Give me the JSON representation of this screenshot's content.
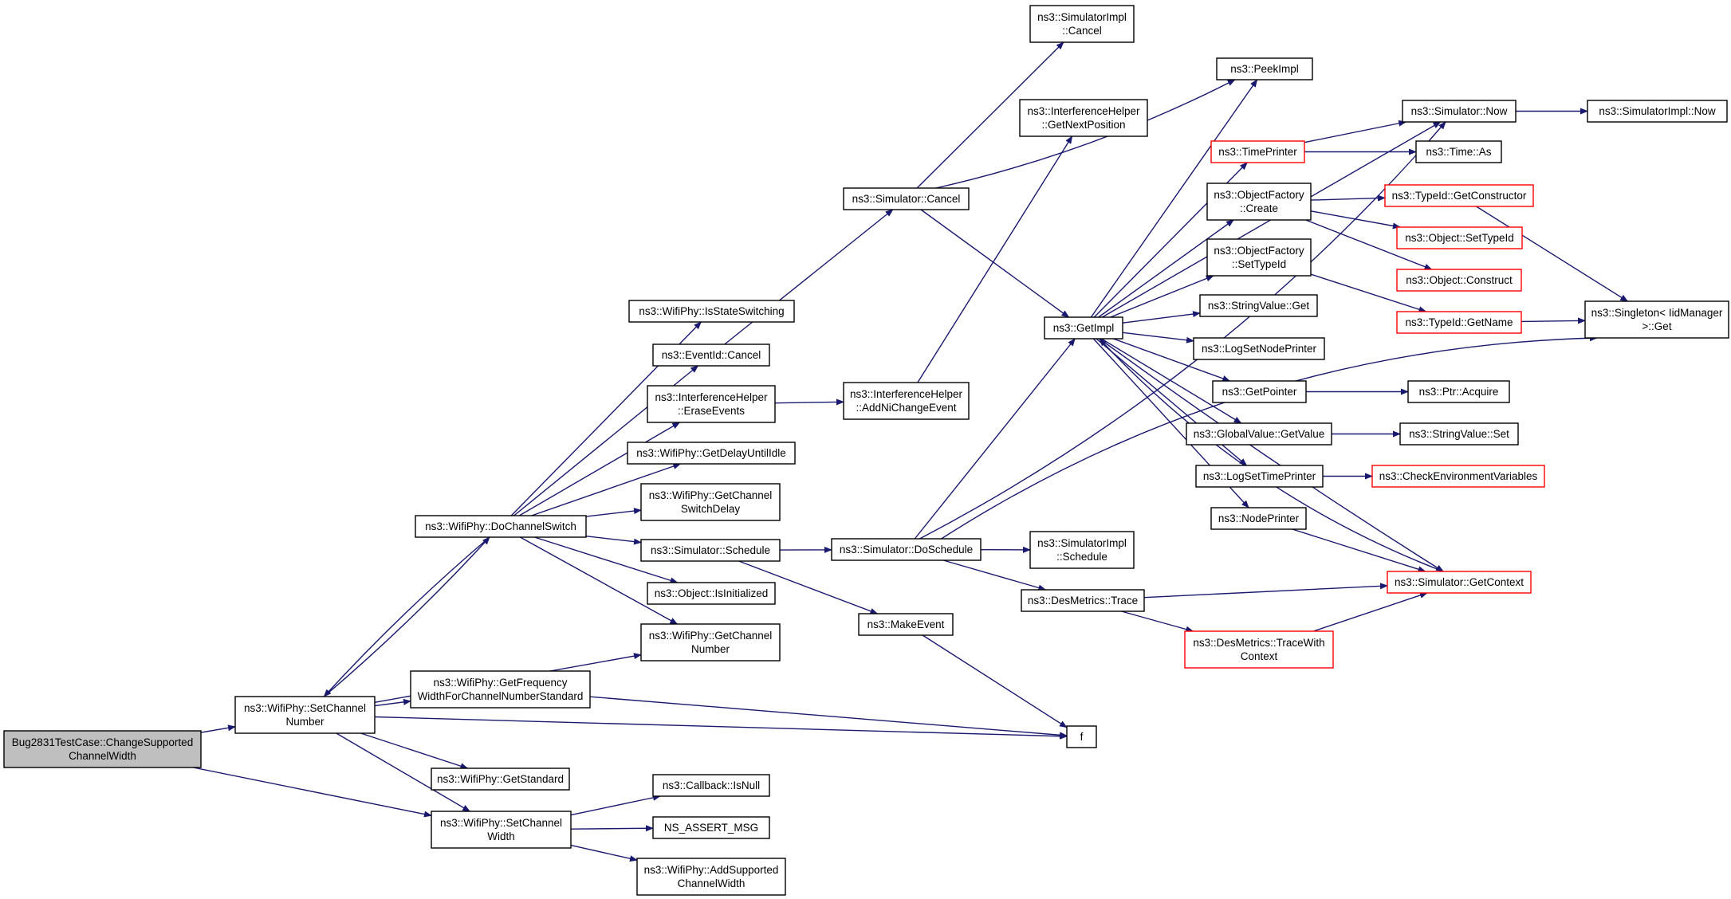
{
  "diagram": {
    "colors": {
      "edge": "#191970",
      "node_border": "#000000",
      "highlight_border": "#ff0000",
      "root_fill": "#bfbfbf",
      "background": "#ffffff"
    },
    "nodes": [
      {
        "id": "root",
        "lines": [
          "Bug2831TestCase::ChangeSupported",
          "ChannelWidth"
        ],
        "style": "root"
      },
      {
        "id": "setChannelNumber",
        "lines": [
          "ns3::WifiPhy::SetChannel",
          "Number"
        ]
      },
      {
        "id": "setChannelWidth",
        "lines": [
          "ns3::WifiPhy::SetChannel",
          "Width"
        ]
      },
      {
        "id": "doChannelSwitch",
        "lines": [
          "ns3::WifiPhy::DoChannelSwitch"
        ]
      },
      {
        "id": "getFreqWidth",
        "lines": [
          "ns3::WifiPhy::GetFrequency",
          "WidthForChannelNumberStandard"
        ]
      },
      {
        "id": "getStandard",
        "lines": [
          "ns3::WifiPhy::GetStandard"
        ]
      },
      {
        "id": "isStateSwitching",
        "lines": [
          "ns3::WifiPhy::IsStateSwitching"
        ]
      },
      {
        "id": "eventIdCancel",
        "lines": [
          "ns3::EventId::Cancel"
        ]
      },
      {
        "id": "eraseEvents",
        "lines": [
          "ns3::InterferenceHelper",
          "::EraseEvents"
        ]
      },
      {
        "id": "getDelayUntilIdle",
        "lines": [
          "ns3::WifiPhy::GetDelayUntilIdle"
        ]
      },
      {
        "id": "getChannelSwitchDelay",
        "lines": [
          "ns3::WifiPhy::GetChannel",
          "SwitchDelay"
        ]
      },
      {
        "id": "simSchedule",
        "lines": [
          "ns3::Simulator::Schedule"
        ]
      },
      {
        "id": "isInitialized",
        "lines": [
          "ns3::Object::IsInitialized"
        ]
      },
      {
        "id": "getChannelNumber",
        "lines": [
          "ns3::WifiPhy::GetChannel",
          "Number"
        ]
      },
      {
        "id": "callbackIsNull",
        "lines": [
          "ns3::Callback::IsNull"
        ]
      },
      {
        "id": "nsAssertMsg",
        "lines": [
          "NS_ASSERT_MSG"
        ]
      },
      {
        "id": "addSupportedChannelWidth",
        "lines": [
          "ns3::WifiPhy::AddSupported",
          "ChannelWidth"
        ]
      },
      {
        "id": "simCancel",
        "lines": [
          "ns3::Simulator::Cancel"
        ]
      },
      {
        "id": "addNiChangeEvent",
        "lines": [
          "ns3::InterferenceHelper",
          "::AddNiChangeEvent"
        ]
      },
      {
        "id": "doSchedule",
        "lines": [
          "ns3::Simulator::DoSchedule"
        ]
      },
      {
        "id": "makeEvent",
        "lines": [
          "ns3::MakeEvent"
        ]
      },
      {
        "id": "simImplCancel",
        "lines": [
          "ns3::SimulatorImpl",
          "::Cancel"
        ]
      },
      {
        "id": "getNextPosition",
        "lines": [
          "ns3::InterferenceHelper",
          "::GetNextPosition"
        ]
      },
      {
        "id": "getImpl",
        "lines": [
          "ns3::GetImpl"
        ]
      },
      {
        "id": "simImplSchedule",
        "lines": [
          "ns3::SimulatorImpl",
          "::Schedule"
        ]
      },
      {
        "id": "desTrace",
        "lines": [
          "ns3::DesMetrics::Trace"
        ]
      },
      {
        "id": "f",
        "lines": [
          "f"
        ]
      },
      {
        "id": "peekImpl",
        "lines": [
          "ns3::PeekImpl"
        ]
      },
      {
        "id": "timePrinter",
        "lines": [
          "ns3::TimePrinter"
        ],
        "style": "red"
      },
      {
        "id": "objFactoryCreate",
        "lines": [
          "ns3::ObjectFactory",
          "::Create"
        ]
      },
      {
        "id": "objFactorySetTypeId",
        "lines": [
          "ns3::ObjectFactory",
          "::SetTypeId"
        ]
      },
      {
        "id": "stringValueGet",
        "lines": [
          "ns3::StringValue::Get"
        ]
      },
      {
        "id": "logSetNodePrinter",
        "lines": [
          "ns3::LogSetNodePrinter"
        ]
      },
      {
        "id": "getPointer",
        "lines": [
          "ns3::GetPointer"
        ]
      },
      {
        "id": "globalValueGetValue",
        "lines": [
          "ns3::GlobalValue::GetValue"
        ]
      },
      {
        "id": "logSetTimePrinter",
        "lines": [
          "ns3::LogSetTimePrinter"
        ]
      },
      {
        "id": "nodePrinter",
        "lines": [
          "ns3::NodePrinter"
        ]
      },
      {
        "id": "traceWithContext",
        "lines": [
          "ns3::DesMetrics::TraceWith",
          "Context"
        ],
        "style": "red"
      },
      {
        "id": "simNow",
        "lines": [
          "ns3::Simulator::Now"
        ]
      },
      {
        "id": "timeAs",
        "lines": [
          "ns3::Time::As"
        ]
      },
      {
        "id": "typeIdGetConstructor",
        "lines": [
          "ns3::TypeId::GetConstructor"
        ],
        "style": "red"
      },
      {
        "id": "objectSetTypeId",
        "lines": [
          "ns3::Object::SetTypeId"
        ],
        "style": "red"
      },
      {
        "id": "objectConstruct",
        "lines": [
          "ns3::Object::Construct"
        ],
        "style": "red"
      },
      {
        "id": "typeIdGetName",
        "lines": [
          "ns3::TypeId::GetName"
        ],
        "style": "red"
      },
      {
        "id": "ptrAcquire",
        "lines": [
          "ns3::Ptr::Acquire"
        ]
      },
      {
        "id": "stringValueSet",
        "lines": [
          "ns3::StringValue::Set"
        ]
      },
      {
        "id": "checkEnvVars",
        "lines": [
          "ns3::CheckEnvironmentVariables"
        ],
        "style": "red"
      },
      {
        "id": "simGetContext",
        "lines": [
          "ns3::Simulator::GetContext"
        ],
        "style": "red"
      },
      {
        "id": "simImplNow",
        "lines": [
          "ns3::SimulatorImpl::Now"
        ]
      },
      {
        "id": "singletonGet",
        "lines": [
          "ns3::Singleton< IidManager",
          ">::Get"
        ]
      }
    ],
    "edges": [
      [
        "root",
        "setChannelNumber"
      ],
      [
        "root",
        "setChannelWidth"
      ],
      [
        "setChannelNumber",
        "doChannelSwitch"
      ],
      [
        "setChannelNumber",
        "getChannelNumber"
      ],
      [
        "setChannelNumber",
        "getFreqWidth"
      ],
      [
        "setChannelNumber",
        "f"
      ],
      [
        "setChannelNumber",
        "getStandard"
      ],
      [
        "setChannelNumber",
        "setChannelWidth"
      ],
      [
        "doChannelSwitch",
        "setChannelNumber"
      ],
      [
        "doChannelSwitch",
        "isStateSwitching"
      ],
      [
        "doChannelSwitch",
        "eventIdCancel"
      ],
      [
        "doChannelSwitch",
        "eraseEvents"
      ],
      [
        "doChannelSwitch",
        "getDelayUntilIdle"
      ],
      [
        "doChannelSwitch",
        "getChannelSwitchDelay"
      ],
      [
        "doChannelSwitch",
        "simSchedule"
      ],
      [
        "doChannelSwitch",
        "isInitialized"
      ],
      [
        "doChannelSwitch",
        "getChannelNumber"
      ],
      [
        "getFreqWidth",
        "f"
      ],
      [
        "setChannelWidth",
        "callbackIsNull"
      ],
      [
        "setChannelWidth",
        "nsAssertMsg"
      ],
      [
        "setChannelWidth",
        "addSupportedChannelWidth"
      ],
      [
        "eventIdCancel",
        "simCancel"
      ],
      [
        "eraseEvents",
        "addNiChangeEvent"
      ],
      [
        "addNiChangeEvent",
        "getNextPosition"
      ],
      [
        "simSchedule",
        "doSchedule"
      ],
      [
        "simSchedule",
        "makeEvent"
      ],
      [
        "makeEvent",
        "f"
      ],
      [
        "simCancel",
        "simImplCancel"
      ],
      [
        "simCancel",
        "peekImpl"
      ],
      [
        "simCancel",
        "getImpl"
      ],
      [
        "doSchedule",
        "getImpl"
      ],
      [
        "doSchedule",
        "simNow"
      ],
      [
        "doSchedule",
        "simImplSchedule"
      ],
      [
        "doSchedule",
        "desTrace"
      ],
      [
        "doSchedule",
        "singletonGet"
      ],
      [
        "desTrace",
        "simGetContext"
      ],
      [
        "desTrace",
        "traceWithContext"
      ],
      [
        "traceWithContext",
        "simGetContext"
      ],
      [
        "getImpl",
        "peekImpl"
      ],
      [
        "getImpl",
        "simNow"
      ],
      [
        "getImpl",
        "timePrinter"
      ],
      [
        "getImpl",
        "objFactoryCreate"
      ],
      [
        "getImpl",
        "objFactorySetTypeId"
      ],
      [
        "getImpl",
        "stringValueGet"
      ],
      [
        "getImpl",
        "logSetNodePrinter"
      ],
      [
        "getImpl",
        "getPointer"
      ],
      [
        "getImpl",
        "globalValueGetValue"
      ],
      [
        "getImpl",
        "logSetTimePrinter"
      ],
      [
        "getImpl",
        "nodePrinter"
      ],
      [
        "getImpl",
        "simGetContext"
      ],
      [
        "simGetContext",
        "getImpl"
      ],
      [
        "timePrinter",
        "simNow"
      ],
      [
        "timePrinter",
        "timeAs"
      ],
      [
        "objFactoryCreate",
        "typeIdGetConstructor"
      ],
      [
        "objFactoryCreate",
        "objectSetTypeId"
      ],
      [
        "objFactoryCreate",
        "objectConstruct"
      ],
      [
        "objFactorySetTypeId",
        "typeIdGetName"
      ],
      [
        "getPointer",
        "ptrAcquire"
      ],
      [
        "globalValueGetValue",
        "stringValueSet"
      ],
      [
        "logSetTimePrinter",
        "checkEnvVars"
      ],
      [
        "nodePrinter",
        "simGetContext"
      ],
      [
        "simNow",
        "simImplNow"
      ],
      [
        "typeIdGetConstructor",
        "singletonGet"
      ],
      [
        "typeIdGetName",
        "singletonGet"
      ]
    ]
  }
}
